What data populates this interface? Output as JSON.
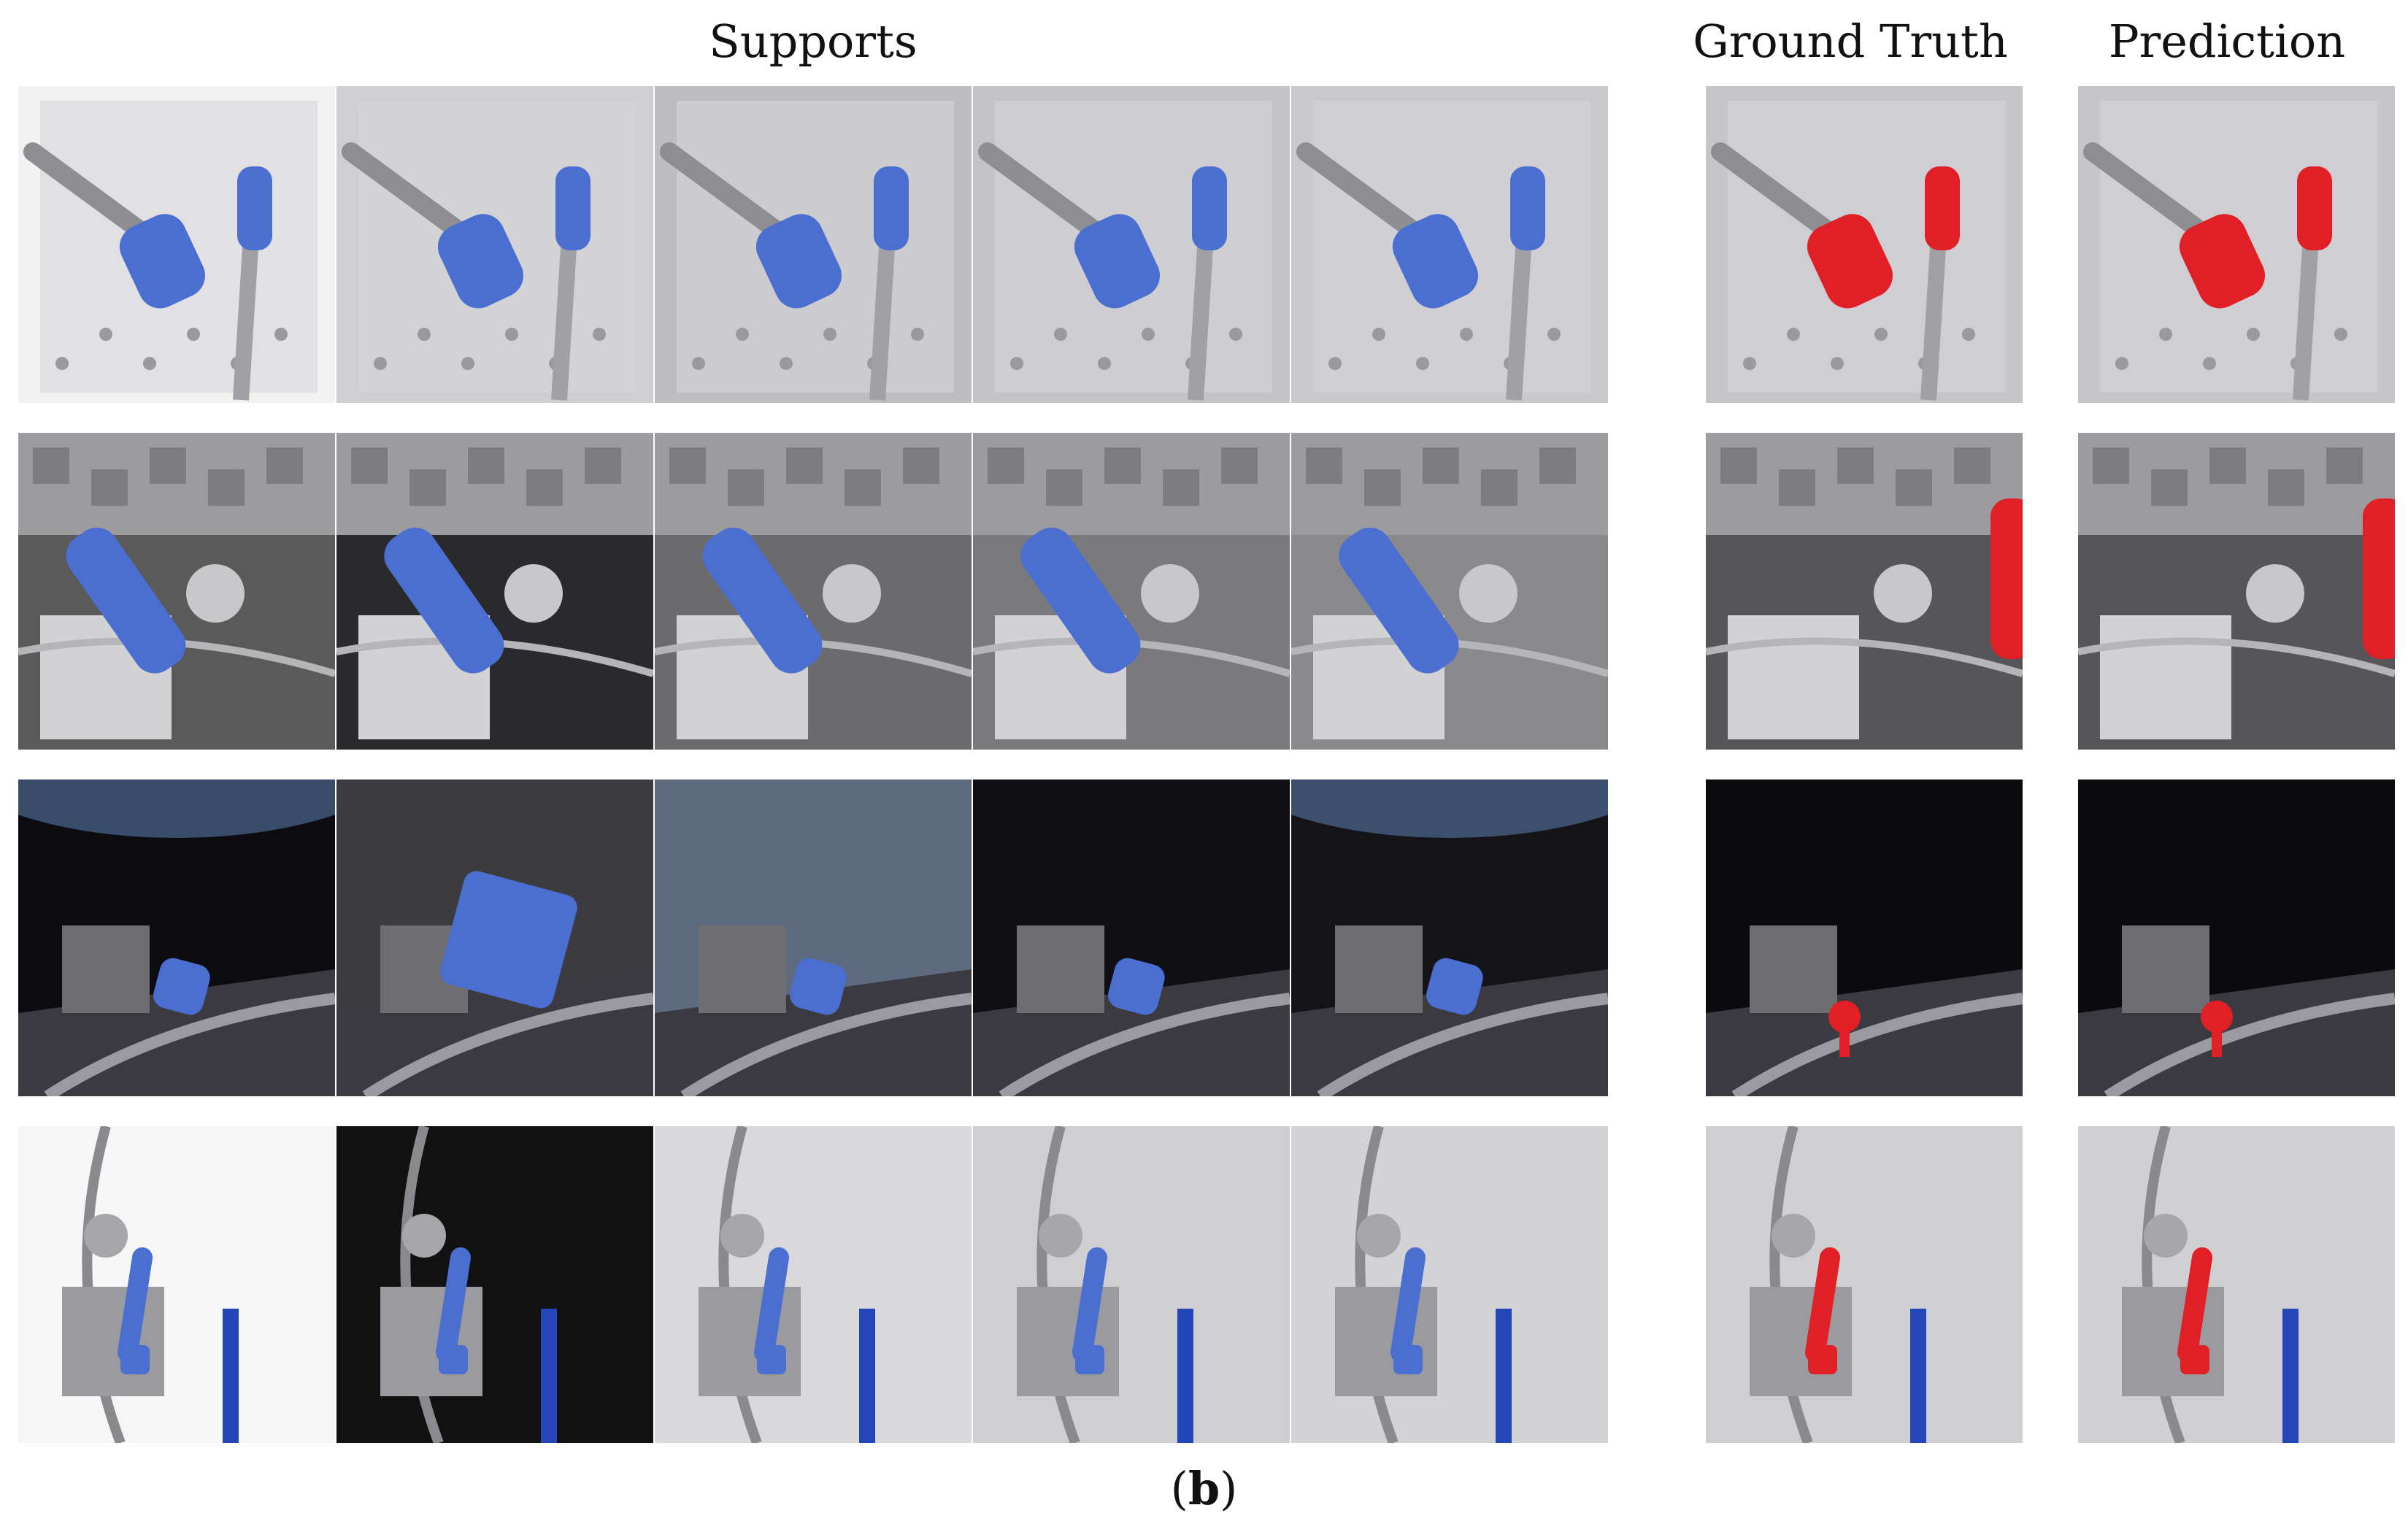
{
  "headers": {
    "supports": "Supports",
    "ground_truth": "Ground Truth",
    "prediction": "Prediction"
  },
  "caption": {
    "open": "(",
    "letter": "b",
    "close": ")"
  },
  "mask_colors": {
    "support": "#4a6fd0",
    "ground_truth": "#e01f26",
    "prediction": "#e01f26"
  },
  "rows": [
    {
      "scene": "panel-valve-connector",
      "theme": "light"
    },
    {
      "scene": "equipment-rack-cylinder",
      "theme": "mixed"
    },
    {
      "scene": "space-station-exterior",
      "theme": "dark"
    },
    {
      "scene": "hatch-door-handle",
      "theme": "light"
    }
  ]
}
